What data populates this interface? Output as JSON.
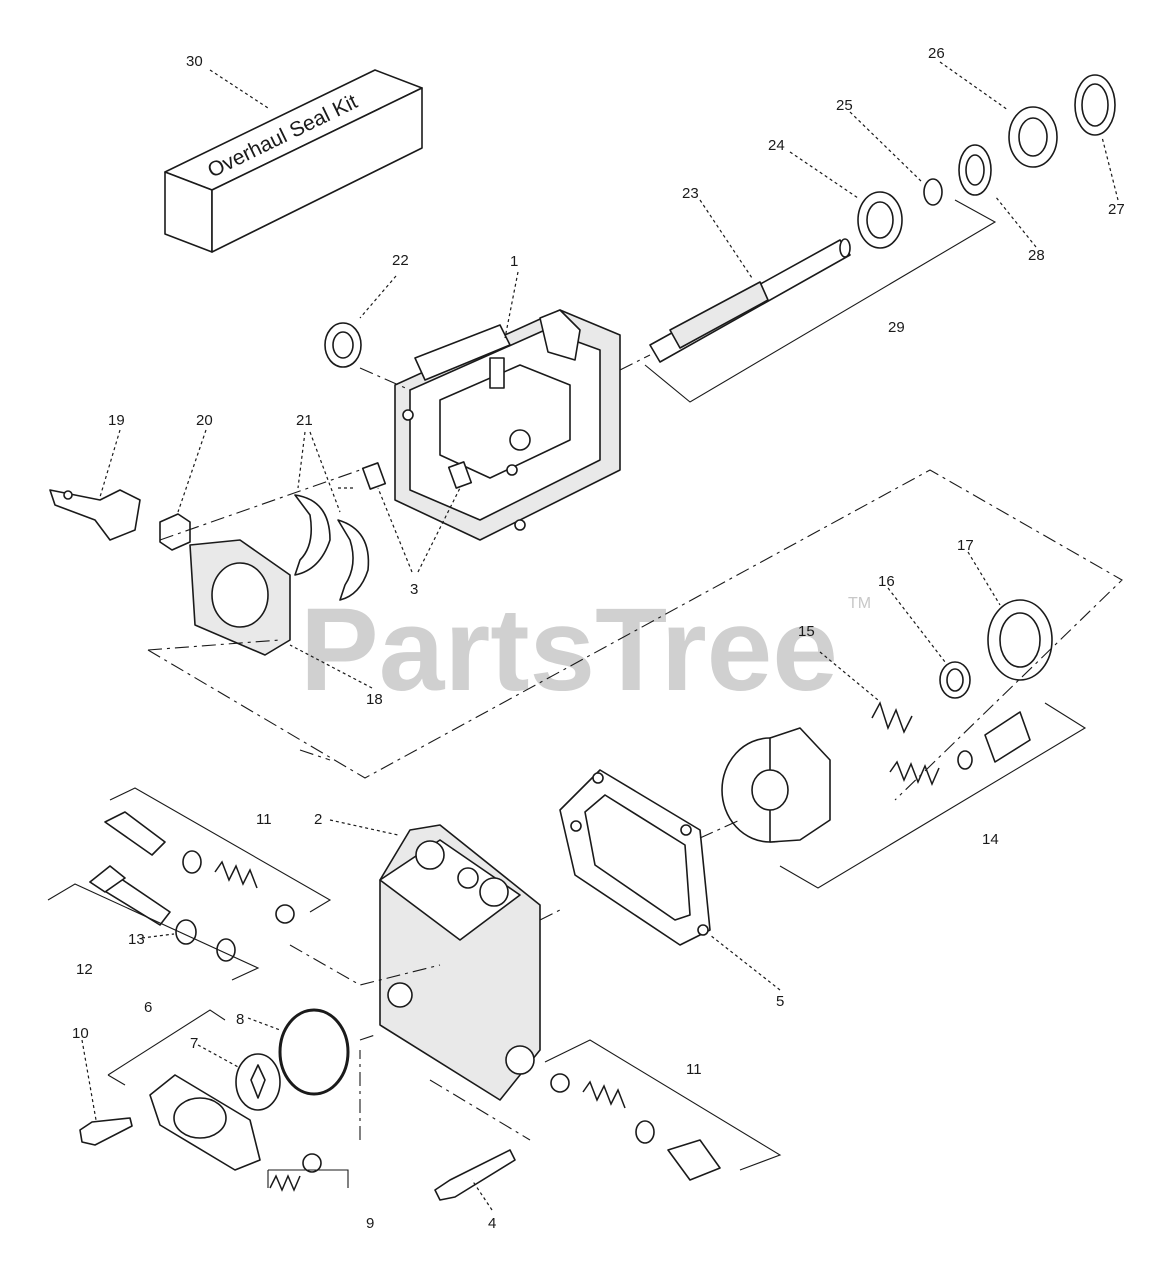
{
  "watermark": {
    "brand": "PartsTree",
    "trademark": "TM"
  },
  "seal_kit": {
    "label": "Overhaul Seal Kit"
  },
  "callouts": {
    "c1": "1",
    "c2": "2",
    "c3": "3",
    "c4": "4",
    "c5": "5",
    "c6": "6",
    "c7": "7",
    "c8": "8",
    "c9": "9",
    "c10": "10",
    "c11a": "11",
    "c11b": "11",
    "c12": "12",
    "c13": "13",
    "c14": "14",
    "c15": "15",
    "c16": "16",
    "c17": "17",
    "c18": "18",
    "c19": "19",
    "c20": "20",
    "c21": "21",
    "c22": "22",
    "c23": "23",
    "c24": "24",
    "c25": "25",
    "c26": "26",
    "c27": "27",
    "c28": "28",
    "c29": "29",
    "c30": "30"
  }
}
